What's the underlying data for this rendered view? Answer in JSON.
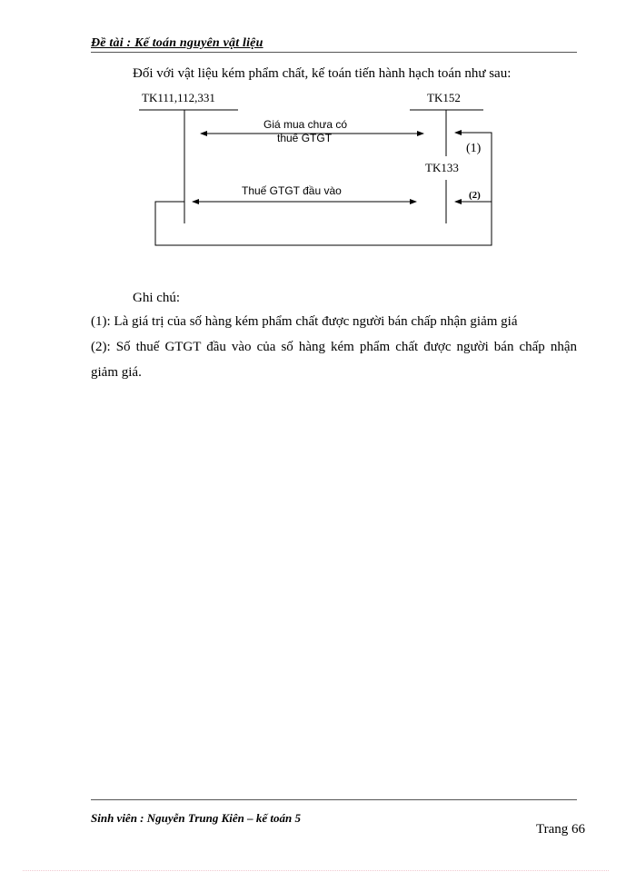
{
  "header": {
    "title": "Đề tài : Kế toán nguyên vật liệu"
  },
  "body": {
    "intro": "Đối với vật liệu kém phẩm chất, kế toán tiến hành hạch toán như sau:"
  },
  "diagram": {
    "accounts": [
      {
        "label": "TK111,112,331"
      },
      {
        "label": "TK152"
      },
      {
        "label": "TK133"
      }
    ],
    "flows": [
      {
        "label_line1": "Giá mua chưa có",
        "label_line2": "thuế GTGT",
        "marker": "(1)"
      },
      {
        "label_line1": "Thuế GTGT đầu vào",
        "marker": "(2)"
      }
    ]
  },
  "notes": {
    "title": "Ghi chú:",
    "items": [
      "(1): Là giá trị của số hàng kém phẩm chất được người bán chấp nhận giảm giá",
      "(2): Số thuế GTGT đầu vào của số hàng kém phẩm chất được người bán chấp nhận",
      "giảm giá."
    ]
  },
  "footer": {
    "author": "Sinh viên : Nguyễn Trung Kiên – kế toán 5",
    "page": "Trang 66"
  }
}
